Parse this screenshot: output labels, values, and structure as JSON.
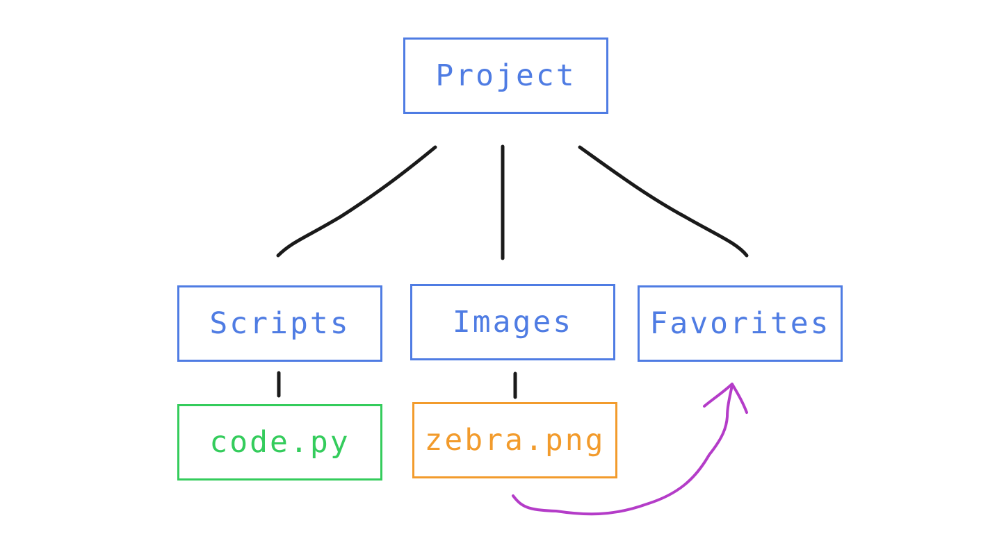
{
  "nodes": {
    "project": "Project",
    "scripts": "Scripts",
    "images": "Images",
    "favorites": "Favorites",
    "code_py": "code.py",
    "zebra_png": "zebra.png"
  },
  "colors": {
    "folder": "#4f7ce3",
    "code_file": "#34cc5c",
    "image_file": "#f29b2c",
    "connector": "#1a1a1a",
    "move_arrow": "#b43cc8"
  }
}
